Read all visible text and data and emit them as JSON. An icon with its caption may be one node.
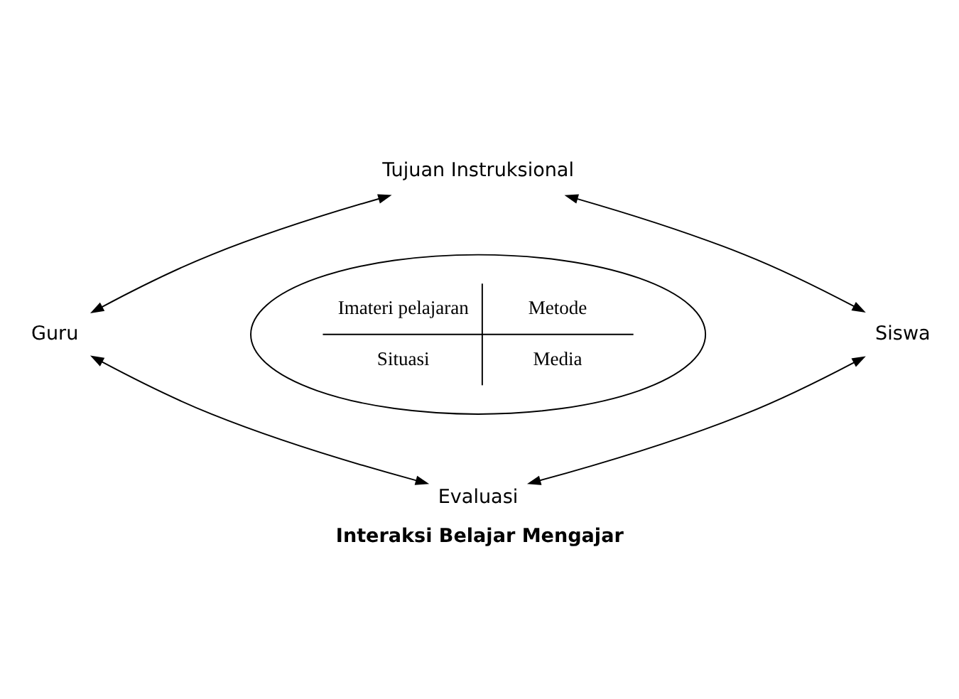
{
  "diagram": {
    "caption": "Interaksi Belajar Mengajar",
    "nodes": [
      {
        "text": [
          "Tujuan Instruksional"
        ]
      },
      {
        "text": [
          "Guru"
        ]
      },
      {
        "text": [
          "Imateri pelajaran",
          "Metode",
          "Situasi",
          "Media"
        ]
      },
      {
        "text": [
          "Siswa"
        ]
      },
      {
        "text": [
          "Evaluasi"
        ]
      }
    ],
    "edges": [
      {
        "from": 1,
        "to": 0,
        "arrow": "both"
      },
      {
        "from": 0,
        "to": 3,
        "arrow": "both"
      },
      {
        "from": 1,
        "to": 4,
        "arrow": "both"
      },
      {
        "from": 4,
        "to": 3,
        "arrow": "both"
      }
    ]
  }
}
